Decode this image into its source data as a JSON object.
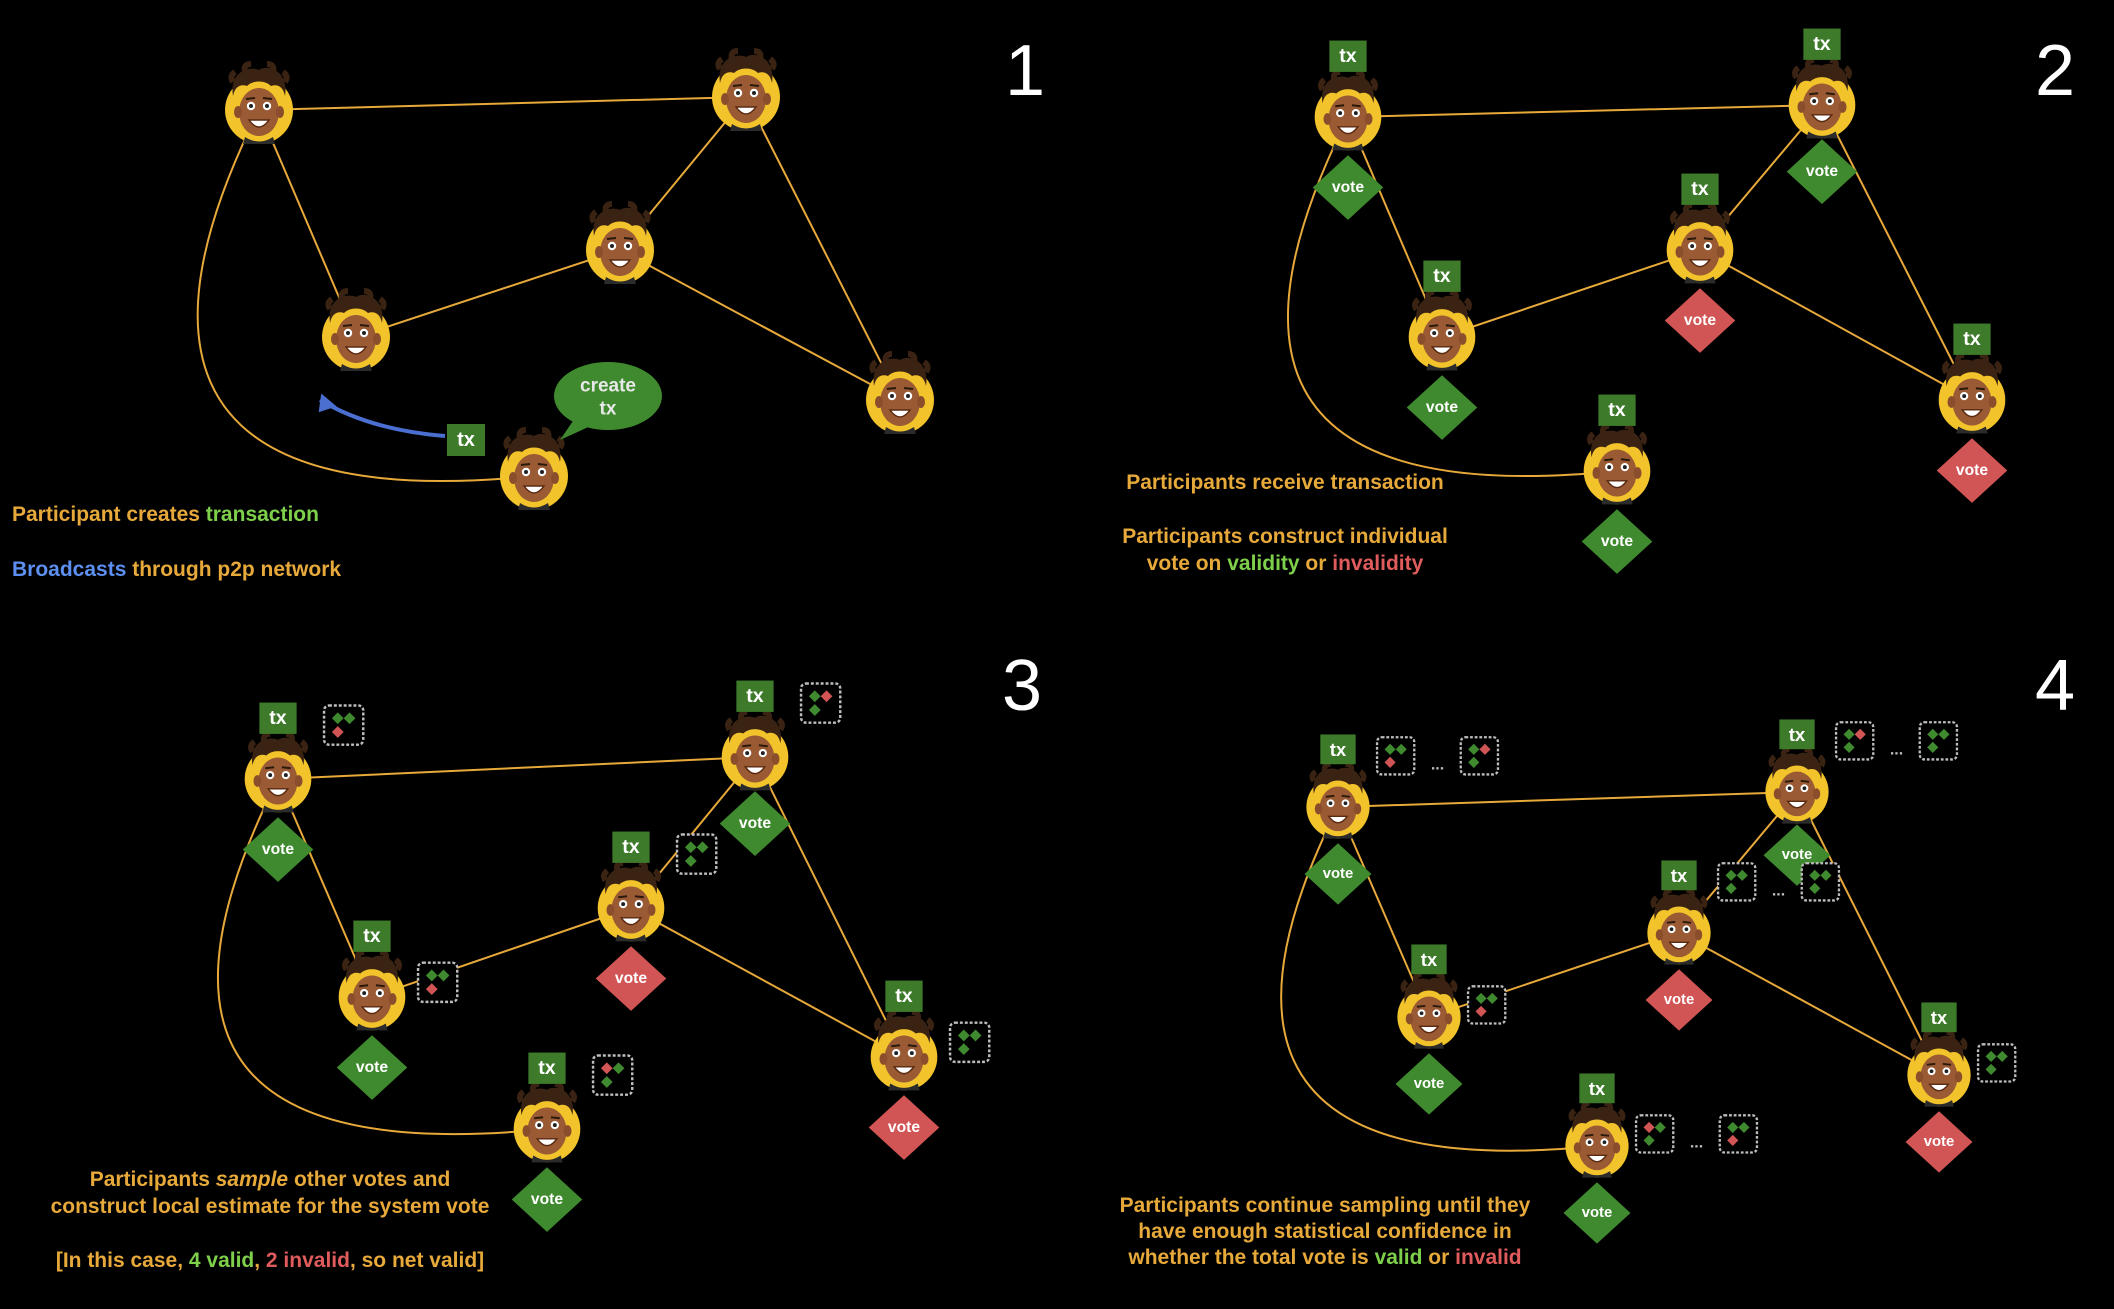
{
  "panels": [
    {
      "number": "1",
      "bubble": [
        "create",
        "tx"
      ],
      "arrow_label": "tx",
      "caption_lines": [
        [
          {
            "t": "Participant creates ",
            "c": "w"
          },
          {
            "t": "transaction",
            "c": "g"
          }
        ],
        [
          {
            "t": "Broadcasts",
            "c": "b"
          },
          {
            "t": " through p2p network",
            "c": "w"
          }
        ]
      ]
    },
    {
      "number": "2",
      "caption_lines": [
        [
          {
            "t": "Participants receive transaction",
            "c": "w"
          }
        ],
        [
          {
            "t": "",
            "c": "w"
          }
        ],
        [
          {
            "t": "Participants construct individual",
            "c": "w"
          }
        ],
        [
          {
            "t": "vote on ",
            "c": "w"
          },
          {
            "t": "validity",
            "c": "g"
          },
          {
            "t": " or ",
            "c": "w"
          },
          {
            "t": "invalidity",
            "c": "r"
          }
        ]
      ]
    },
    {
      "number": "3",
      "caption_lines": [
        [
          {
            "t": "Participants ",
            "c": "w"
          },
          {
            "t": "sample",
            "c": "w",
            "i": true
          },
          {
            "t": " other votes and",
            "c": "w"
          }
        ],
        [
          {
            "t": "construct local estimate for the system vote",
            "c": "w"
          }
        ],
        [
          {
            "t": "",
            "c": "w"
          }
        ],
        [
          {
            "t": "[In this case, ",
            "c": "w"
          },
          {
            "t": "4 valid",
            "c": "g"
          },
          {
            "t": ", ",
            "c": "w"
          },
          {
            "t": "2 invalid",
            "c": "r"
          },
          {
            "t": ", so net valid]",
            "c": "w"
          }
        ]
      ]
    },
    {
      "number": "4",
      "caption_lines": [
        [
          {
            "t": "Participants continue sampling until they",
            "c": "w"
          }
        ],
        [
          {
            "t": "have enough statistical confidence in",
            "c": "w"
          }
        ],
        [
          {
            "t": "whether the total vote is ",
            "c": "w"
          },
          {
            "t": "valid",
            "c": "g"
          },
          {
            "t": " or ",
            "c": "w"
          },
          {
            "t": "invalid",
            "c": "r"
          }
        ]
      ]
    }
  ],
  "labels": {
    "tx": "tx",
    "vote": "vote",
    "ellipsis": "..."
  },
  "colors": {
    "background": "#000000",
    "edge": "#e7a93a",
    "tx_box": "#3d7a2a",
    "vote_valid": "#3f8a2e",
    "vote_invalid": "#d25556",
    "arrow": "#4a6fd0",
    "bubble": "#3f8a2e"
  },
  "votes": {
    "panel2": [
      "valid",
      "valid",
      "valid",
      "invalid",
      "invalid",
      "valid"
    ],
    "panel3": [
      "valid",
      "valid",
      "valid",
      "invalid",
      "invalid",
      "valid"
    ],
    "panel4": [
      "valid",
      "valid",
      "valid",
      "invalid",
      "invalid",
      "valid"
    ]
  },
  "sample_glyphs": {
    "panel3": [
      [
        "valid",
        "valid",
        "invalid"
      ],
      [
        "valid",
        "invalid",
        "valid"
      ],
      [
        "valid",
        "valid",
        "invalid"
      ],
      [
        "valid",
        "valid",
        "valid"
      ],
      [
        "valid",
        "valid",
        "valid"
      ],
      [
        "invalid",
        "valid",
        "valid"
      ]
    ],
    "panel4": [
      [
        [
          "valid",
          "valid",
          "invalid"
        ],
        [
          "valid",
          "invalid",
          "valid"
        ]
      ],
      [
        [
          "valid",
          "invalid",
          "valid"
        ],
        [
          "valid",
          "valid",
          "valid"
        ]
      ],
      [
        [
          "valid",
          "valid",
          "invalid"
        ]
      ],
      [
        [
          "valid",
          "valid",
          "valid"
        ],
        [
          "valid",
          "valid",
          "valid"
        ]
      ],
      [
        [
          "valid",
          "valid",
          "valid"
        ]
      ],
      [
        [
          "invalid",
          "valid",
          "valid"
        ],
        [
          "valid",
          "valid",
          "invalid"
        ]
      ]
    ]
  }
}
